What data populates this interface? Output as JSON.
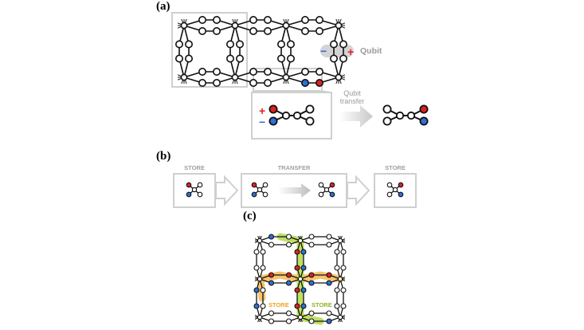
{
  "labels": {
    "panel_a": "(a)",
    "panel_b": "(b)",
    "panel_c": "(c)",
    "qubit": "Qubit",
    "qubit_transfer_1": "Qubit",
    "qubit_transfer_2": "transfer",
    "plus": "+",
    "minus": "−",
    "store_1": "STORE",
    "transfer": "TRANSFER",
    "store_2": "STORE",
    "store_yellow": "STORE",
    "store_green": "STORE"
  },
  "colors": {
    "red": "#e02020",
    "blue": "#2f6fd6",
    "gray": "#cfcfcf",
    "yellow": "#f5b955",
    "green": "#b4d84a"
  }
}
